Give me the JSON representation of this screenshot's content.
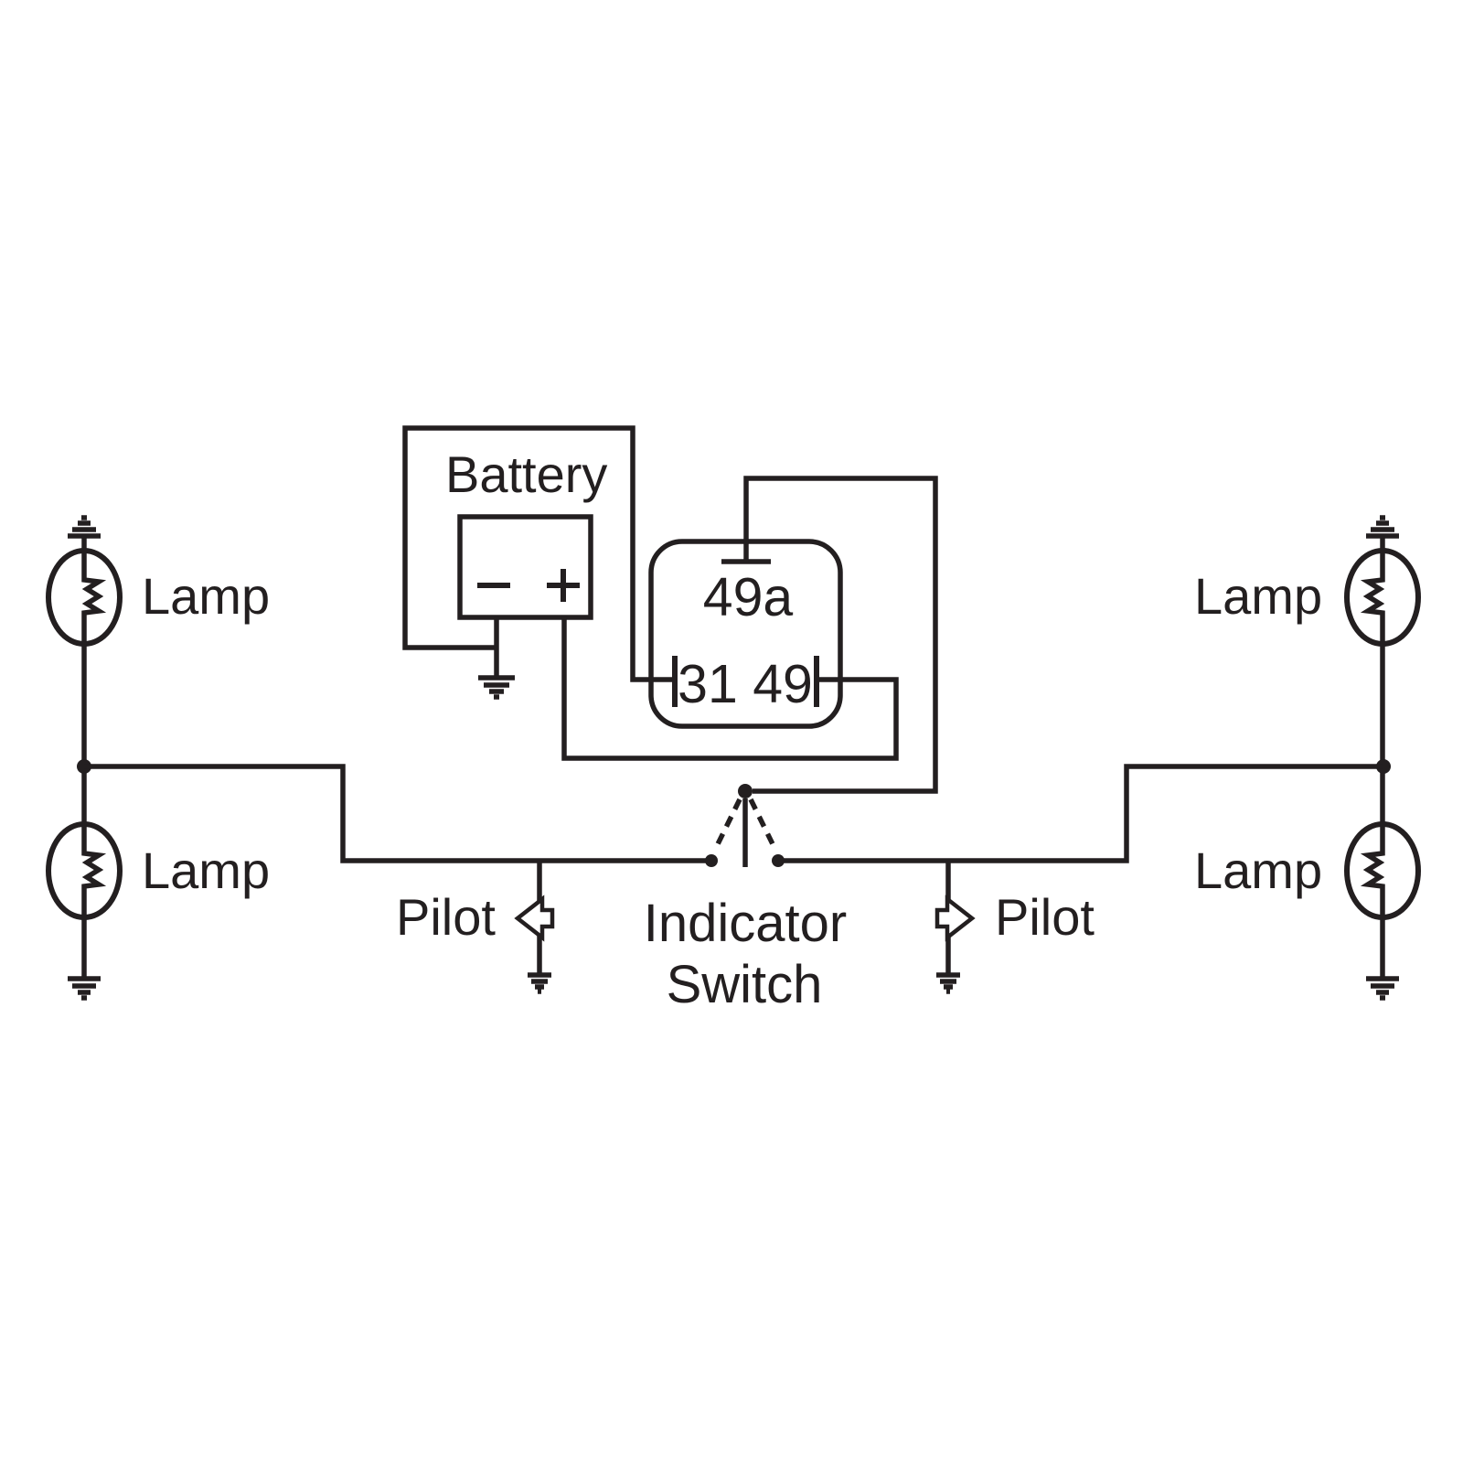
{
  "diagram": {
    "title": "Indicator flasher relay wiring diagram",
    "background_color": "#ffffff",
    "line_color": "#231f20"
  },
  "battery": {
    "label": "Battery",
    "minus_symbol": "−",
    "plus_symbol": "+"
  },
  "relay": {
    "top_terminal": "49a",
    "bottom_terminals": "31 49"
  },
  "indicator_switch": {
    "label_line1": "Indicator",
    "label_line2": "Switch"
  },
  "lamp_label": "Lamp",
  "pilot_label": "Pilot"
}
